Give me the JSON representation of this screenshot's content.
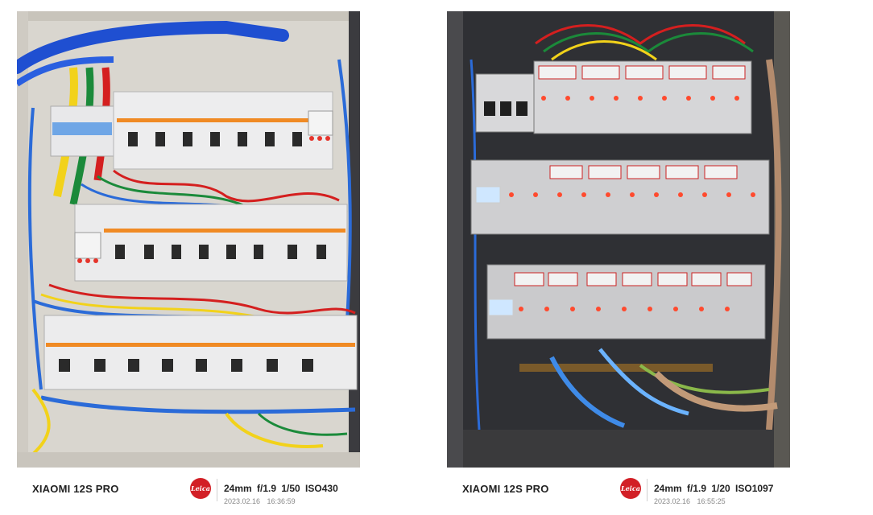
{
  "photos": [
    {
      "camera_model": "XIAOMI 12S PRO",
      "brand_mark": "Leica",
      "exposure": "24mm  f/1.9  1/50  ISO430",
      "datetime": "2023.02.16  16:36:59"
    },
    {
      "camera_model": "XIAOMI 12S PRO",
      "brand_mark": "Leica",
      "exposure": "24mm  f/1.9  1/20  ISO1097",
      "datetime": "2023.02.16  16:55:25"
    }
  ],
  "colors": {
    "leica_red": "#d21f26",
    "panel_light": "#e9e7e2",
    "panel_dark": "#2e2f33"
  }
}
